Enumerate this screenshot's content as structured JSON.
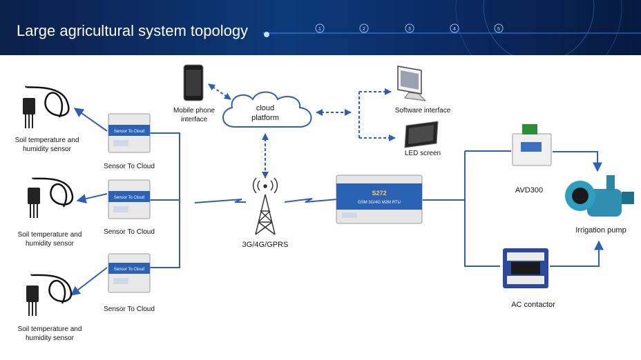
{
  "title": "Large agricultural system topology",
  "banner_nodes": [
    "1",
    "2",
    "3",
    "4",
    "5"
  ],
  "sensors": [
    {
      "label": "Soil temperature and humidity sensor"
    },
    {
      "label": "Soil temperature and humidity sensor"
    },
    {
      "label": "Soil temperature and humidity sensor"
    }
  ],
  "gateways": [
    {
      "label": "Sensor To Cloud",
      "device_text": "Sensor To Cloud"
    },
    {
      "label": "Sensor To Cloud",
      "device_text": "Sensor To Cloud"
    },
    {
      "label": "Sensor To Cloud",
      "device_text": "Sensor To Cloud"
    }
  ],
  "mobile": {
    "label": "Mobile phone interface"
  },
  "cloud": {
    "label": "cloud platform"
  },
  "software": {
    "label": "Software interface"
  },
  "led": {
    "label": "LED screen"
  },
  "tower": {
    "label": "3G/4G/GPRS"
  },
  "rtu": {
    "model": "S272",
    "subtitle": "GSM 3G/4G M2M RTU"
  },
  "avd": {
    "label": "AVD300"
  },
  "pump": {
    "label": "Irrigation pump"
  },
  "contactor": {
    "label": "AC contactor"
  },
  "colors": {
    "line": "#2e5fb8",
    "accent": "#1f4fa8",
    "banner": "#0d3a7a",
    "device": "#2a62b6"
  }
}
